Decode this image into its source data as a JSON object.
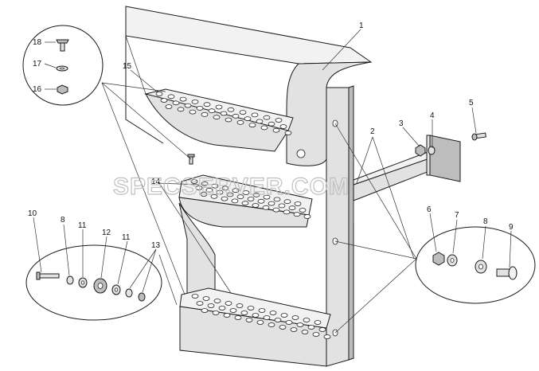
{
  "watermark": "SPECSERVER.COM",
  "callouts": {
    "c1": "1",
    "c2": "2",
    "c3": "3",
    "c4": "4",
    "c5": "5",
    "c6": "6",
    "c7": "7",
    "c8_left": "8",
    "c8_right": "8",
    "c9": "9",
    "c10": "10",
    "c11_a": "11",
    "c11_b": "11",
    "c12": "12",
    "c13": "13",
    "c14": "14",
    "c15": "15",
    "c16": "16",
    "c17": "17",
    "c18": "18"
  }
}
